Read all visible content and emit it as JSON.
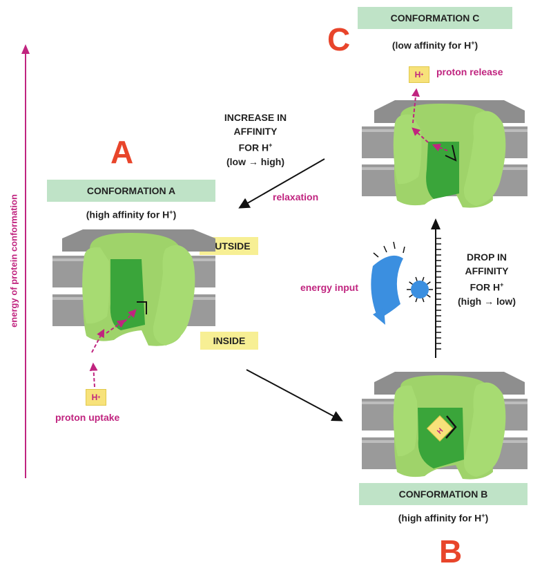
{
  "labels": {
    "a": "A",
    "b": "B",
    "c": "C"
  },
  "axis_label": "energy of protein conformation",
  "conformation_a": {
    "title": "CONFORMATION A",
    "affinity": "(high affinity for H",
    "affinity_sup": "+",
    "affinity_end": ")"
  },
  "conformation_b": {
    "title": "CONFORMATION B",
    "affinity": "(high affinity for H",
    "affinity_sup": "+",
    "affinity_end": ")"
  },
  "conformation_c": {
    "title": "CONFORMATION C",
    "affinity": "(low affinity for H",
    "affinity_sup": "+",
    "affinity_end": ")"
  },
  "outside": "OUTSIDE",
  "inside": "INSIDE",
  "proton_uptake": "proton uptake",
  "proton_release": "proton release",
  "relaxation": "relaxation",
  "energy_input": "energy input",
  "h_tag": "H",
  "h_sup": "+",
  "increase": {
    "line1": "INCREASE IN",
    "line2": "AFFINITY",
    "line3": "FOR H",
    "sup": "+",
    "line4": "(low → high)"
  },
  "drop": {
    "line1": "DROP IN",
    "line2": "AFFINITY",
    "line3": "FOR H",
    "sup": "+",
    "line4": "(high → low)"
  },
  "colors": {
    "magenta": "#c0247f",
    "red_label": "#e8452b",
    "green_light": "#9fd36a",
    "green_dark": "#3aa53a",
    "box_green": "#bfe3c7",
    "yellow": "#f7ef94",
    "membrane_gray": "#9a9a9a",
    "blue": "#3b8fe0"
  }
}
